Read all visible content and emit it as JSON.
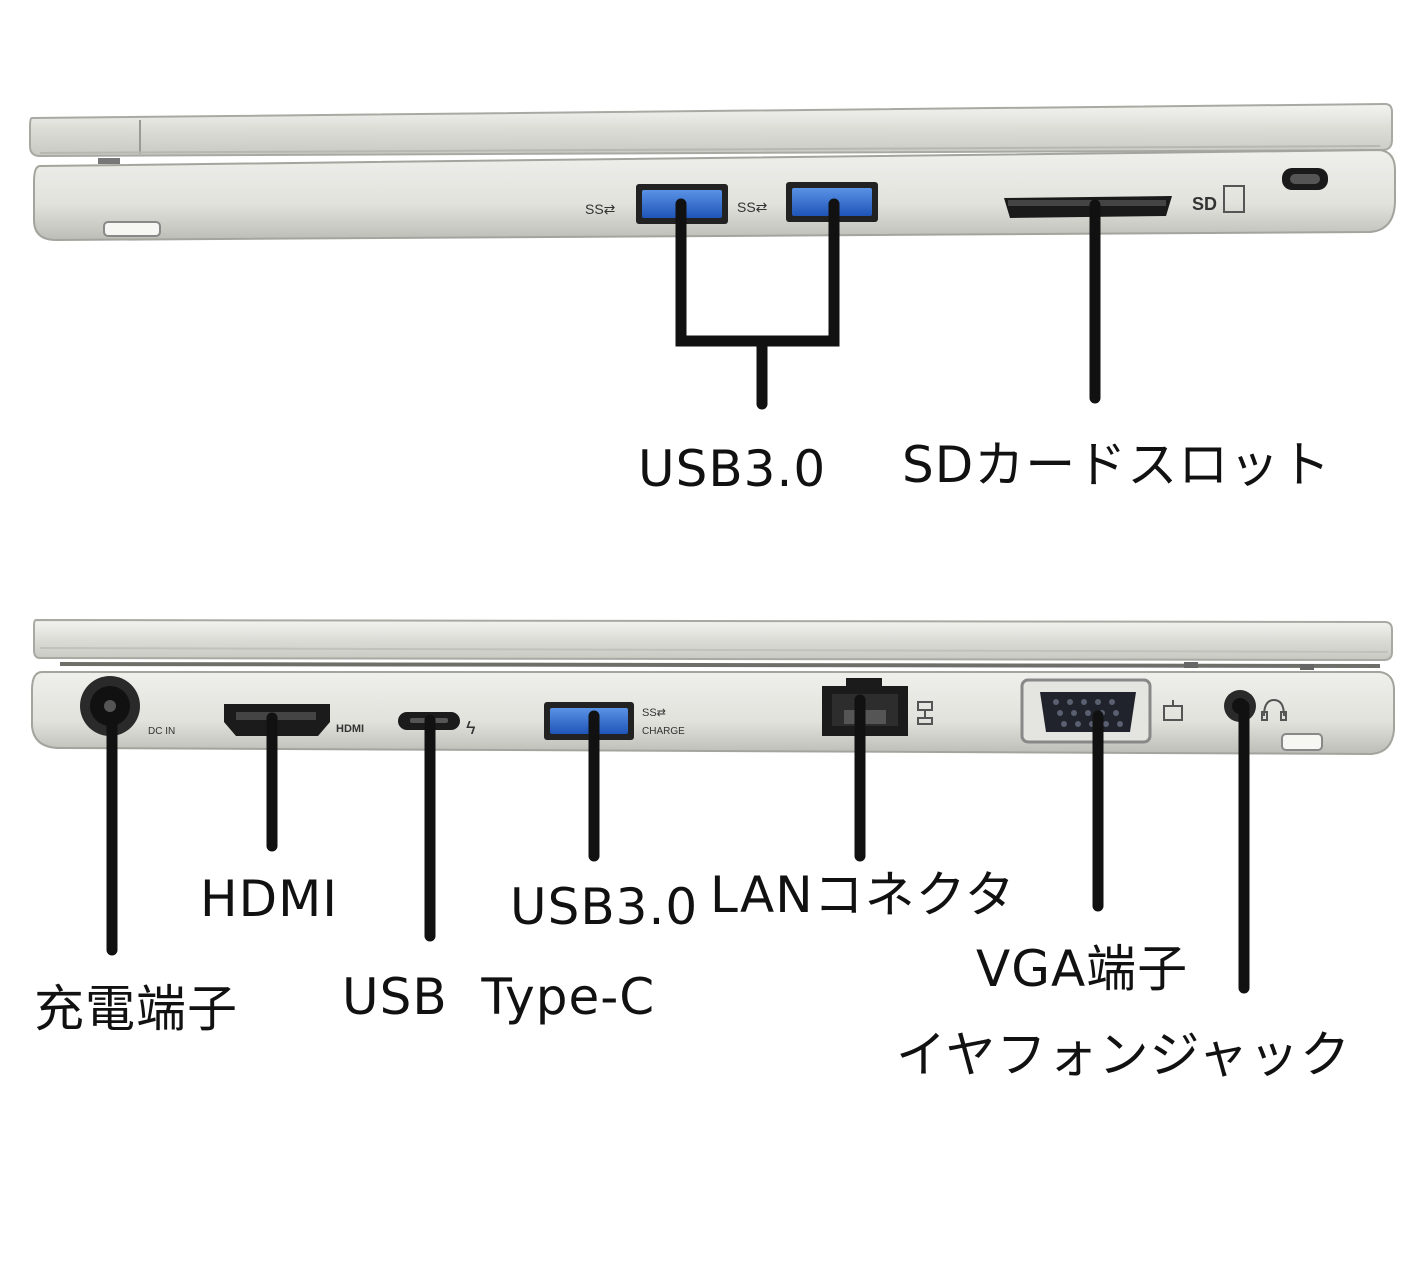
{
  "top_view": {
    "port_marks": {
      "usb_symbol": "SS⇄",
      "sd_symbol": "SD"
    },
    "labels": {
      "usb": "USB3.0",
      "sd": "SDカードスロット"
    }
  },
  "bottom_view": {
    "port_marks": {
      "dc": "DC IN",
      "hdmi": "HDMI",
      "thunder": "ϟ",
      "usb_charge": "CHARGE",
      "usb_ss": "SS⇄"
    },
    "labels": {
      "charge": "充電端子",
      "hdmi": "HDMI",
      "typec": "USB  Type-C",
      "usb": "USB3.0",
      "lan": "LANコネクタ",
      "vga": "VGA端子",
      "earphone": "イヤフォンジャック"
    }
  },
  "colors": {
    "body_silver": "#d9d9d4",
    "usb_blue": "#2f6fd6",
    "leader_black": "#111111"
  }
}
